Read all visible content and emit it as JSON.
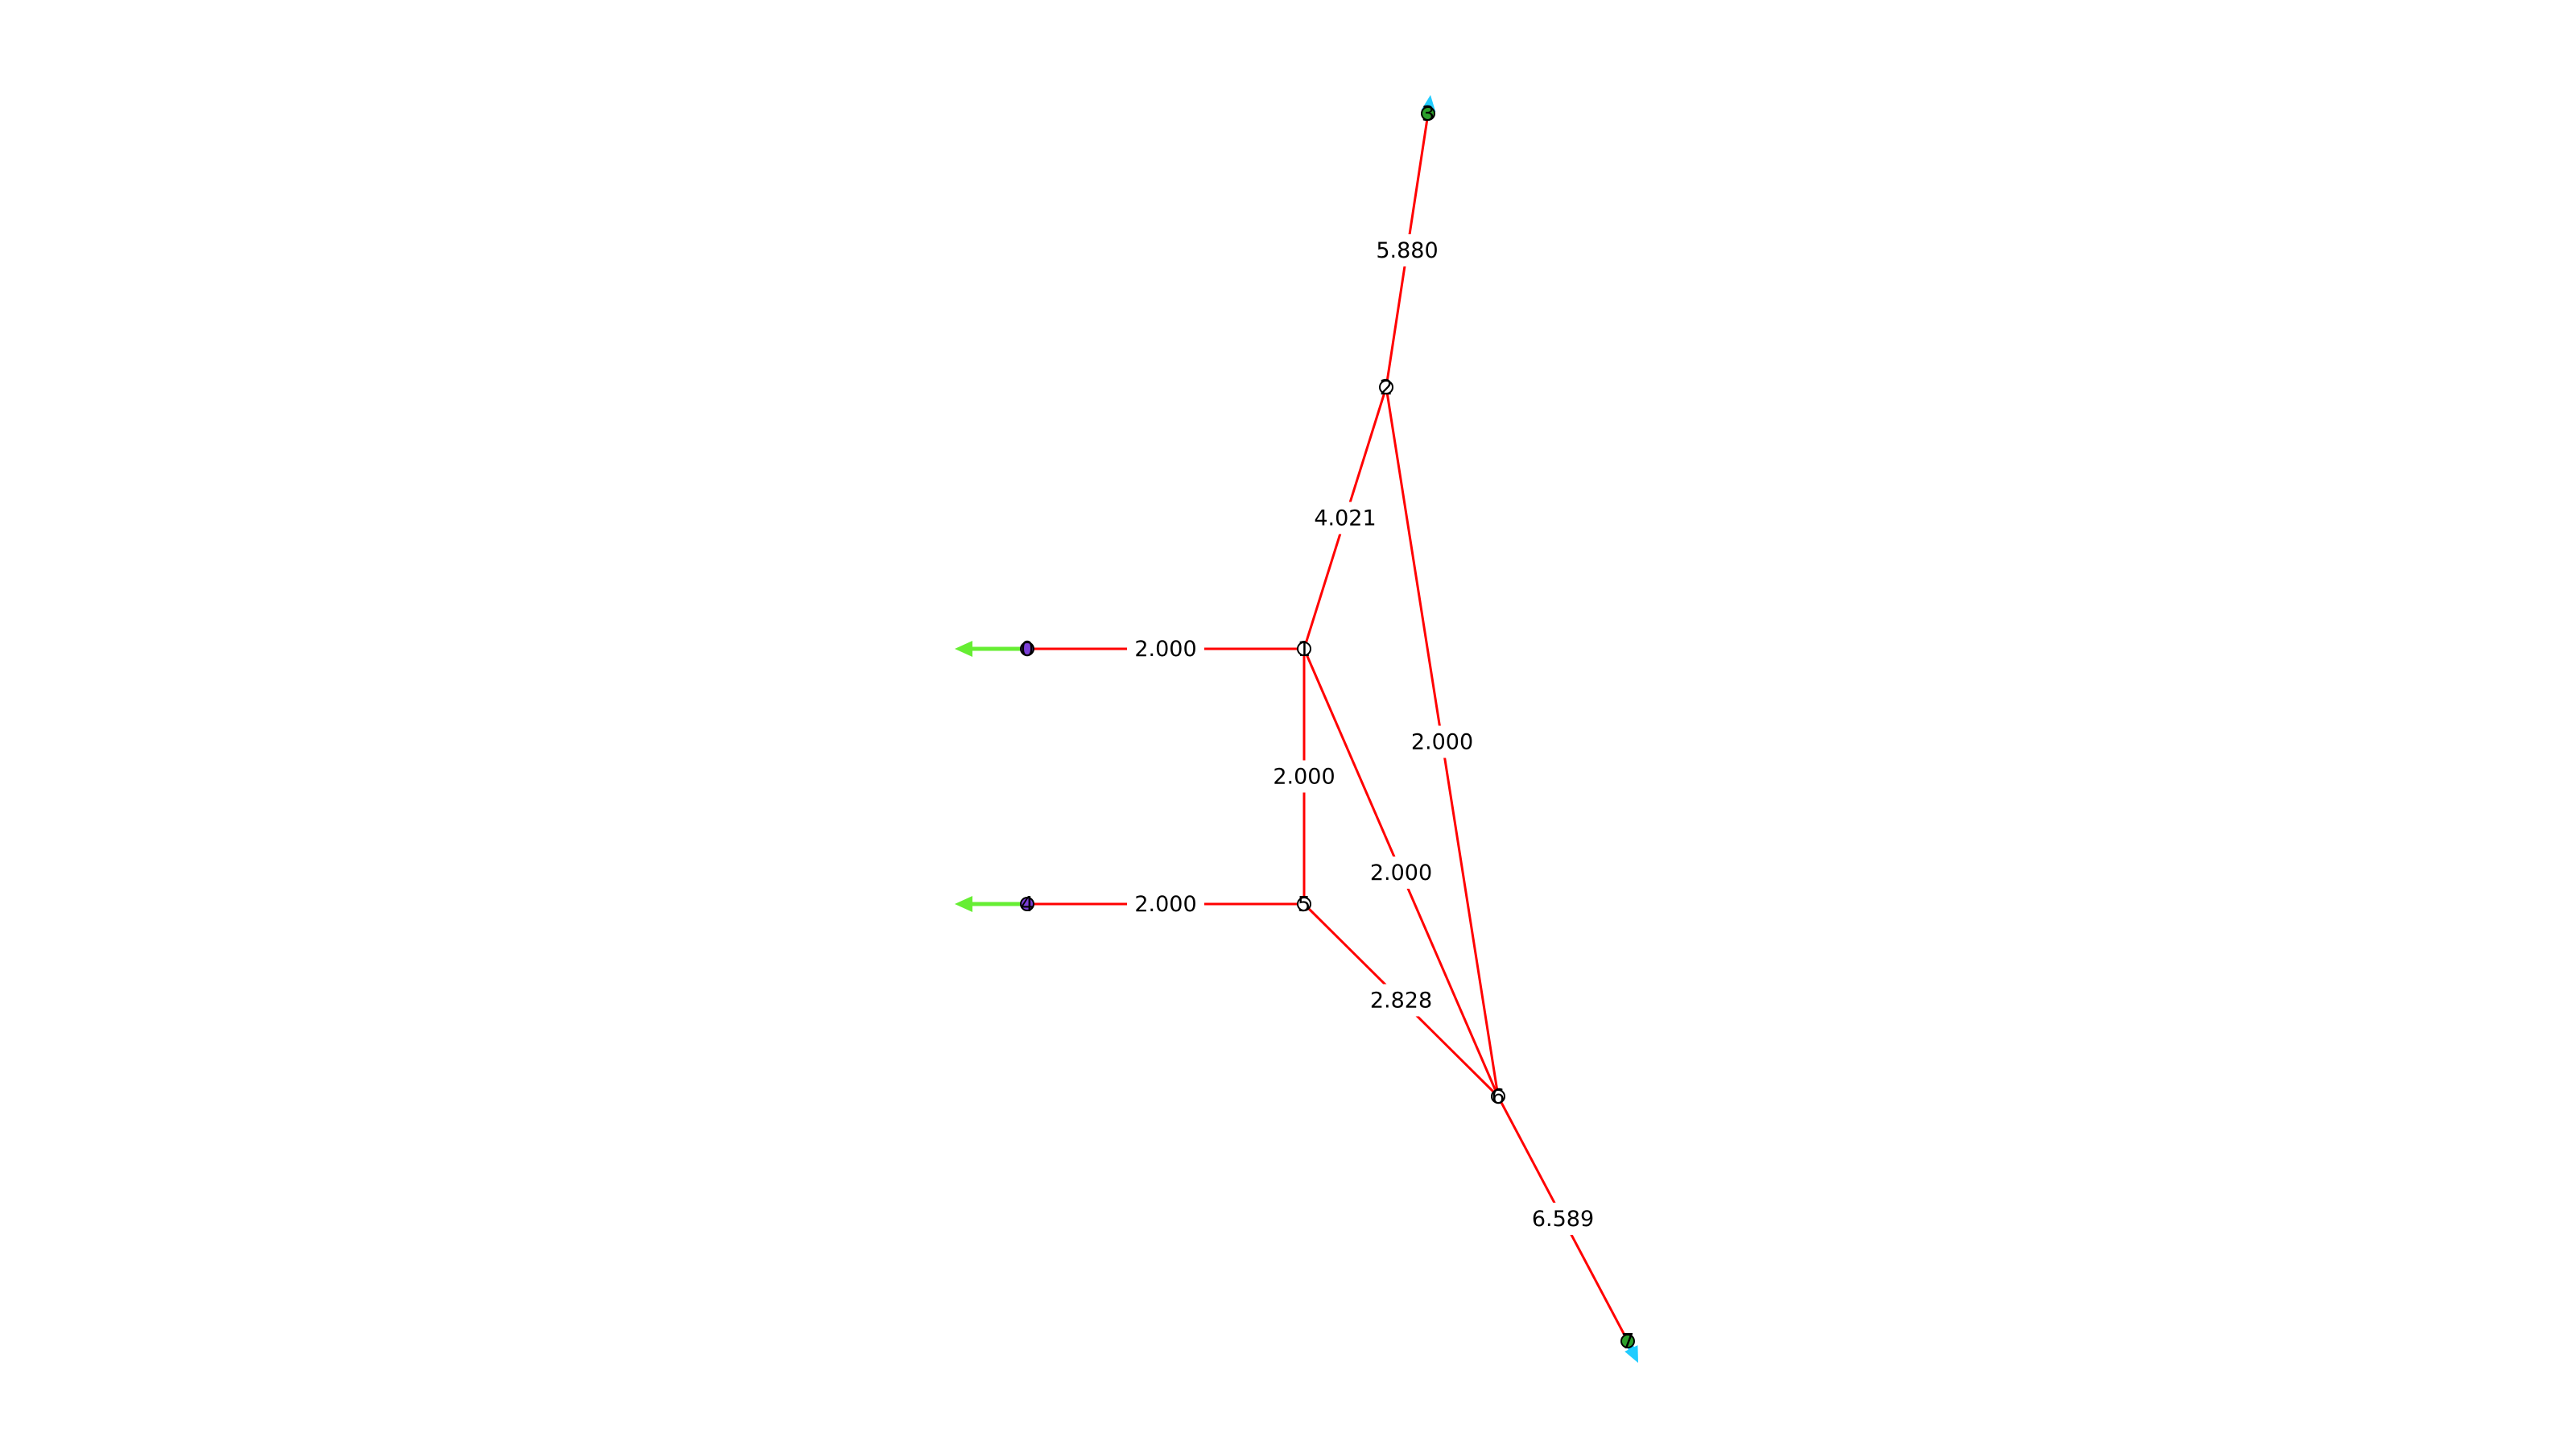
{
  "graph": {
    "nodes": [
      {
        "id": "0",
        "label": "0",
        "type": "support",
        "color": "#7b3fd6"
      },
      {
        "id": "1",
        "label": "1",
        "type": "joint",
        "color": "#ffffff"
      },
      {
        "id": "2",
        "label": "2",
        "type": "joint",
        "color": "#ffffff"
      },
      {
        "id": "3",
        "label": "3",
        "type": "load",
        "color": "#2ca02c"
      },
      {
        "id": "4",
        "label": "4",
        "type": "support",
        "color": "#7b3fd6"
      },
      {
        "id": "5",
        "label": "5",
        "type": "joint",
        "color": "#ffffff"
      },
      {
        "id": "6",
        "label": "6",
        "type": "joint",
        "color": "#ffffff"
      },
      {
        "id": "7",
        "label": "7",
        "type": "load",
        "color": "#2ca02c"
      }
    ],
    "edges": [
      {
        "from": "0",
        "to": "1",
        "label": "2.000"
      },
      {
        "from": "1",
        "to": "2",
        "label": "4.021"
      },
      {
        "from": "2",
        "to": "3",
        "label": "5.880"
      },
      {
        "from": "1",
        "to": "5",
        "label": "2.000"
      },
      {
        "from": "1",
        "to": "6",
        "label": "2.000"
      },
      {
        "from": "2",
        "to": "6",
        "label": "2.000"
      },
      {
        "from": "4",
        "to": "5",
        "label": "2.000"
      },
      {
        "from": "5",
        "to": "6",
        "label": "2.828"
      },
      {
        "from": "6",
        "to": "7",
        "label": "6.589"
      }
    ],
    "colors": {
      "edge": "#ff0000",
      "support_arrow": "#66ee33",
      "load_arrow": "#22ccff",
      "text": "#000000"
    }
  }
}
